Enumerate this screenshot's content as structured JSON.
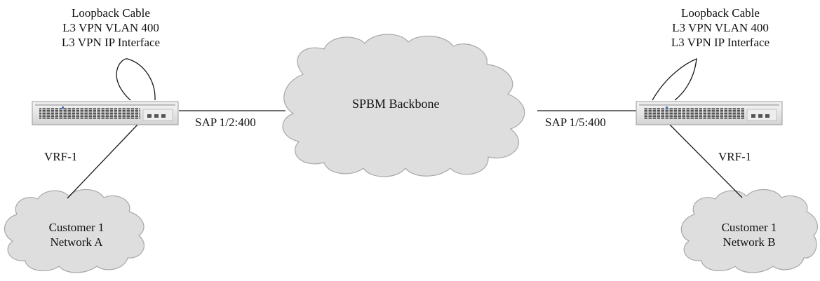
{
  "left_switch": {
    "label_lines": [
      "Loopback Cable",
      "L3 VPN VLAN 400",
      "L3 VPN IP Interface"
    ],
    "sap_label": "SAP 1/2:400",
    "vrf_label": "VRF-1"
  },
  "right_switch": {
    "label_lines": [
      "Loopback Cable",
      "L3 VPN VLAN 400",
      "L3 VPN IP Interface"
    ],
    "sap_label": "SAP 1/5:400",
    "vrf_label": "VRF-1"
  },
  "backbone": {
    "label": "SPBM Backbone"
  },
  "customer_a": {
    "line1": "Customer 1",
    "line2": "Network A"
  },
  "customer_b": {
    "line1": "Customer 1",
    "line2": "Network B"
  },
  "colors": {
    "cloud_fill": "#dedede",
    "cloud_stroke": "#a8a8a8",
    "line": "#1a1a1a",
    "switch_body": "#e9e9e9",
    "switch_ports": "#555555"
  },
  "icons": [
    "cloud-icon",
    "network-switch-icon",
    "loopback-cable-icon"
  ]
}
